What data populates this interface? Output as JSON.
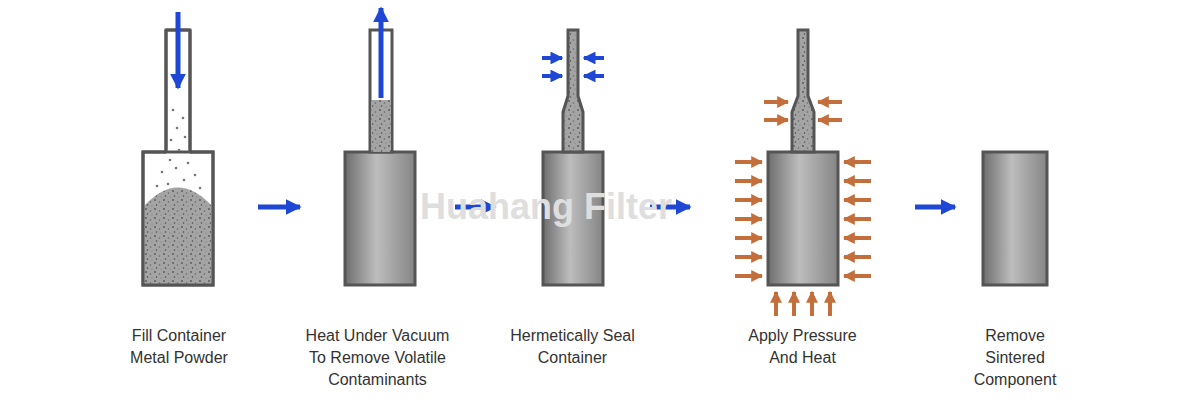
{
  "diagram": {
    "nodes": [
      {
        "text": [
          "Fill Container Metal Powder"
        ]
      },
      {
        "text": [
          "Heat Under Vacuum To Remove Volatile Contaminants"
        ]
      },
      {
        "text": [
          "Hermetically Seal Container"
        ]
      },
      {
        "text": [
          "Apply Pressure And Heat"
        ]
      },
      {
        "text": [
          "Remove Sintered Component"
        ]
      }
    ],
    "edges": [
      {
        "from": 0,
        "to": 1,
        "arrow": "to"
      },
      {
        "from": 1,
        "to": 2,
        "arrow": "to"
      },
      {
        "from": 2,
        "to": 3,
        "arrow": "to"
      },
      {
        "from": 3,
        "to": 4,
        "arrow": "to"
      }
    ],
    "labels": [
      "Huahang Filter"
    ]
  }
}
